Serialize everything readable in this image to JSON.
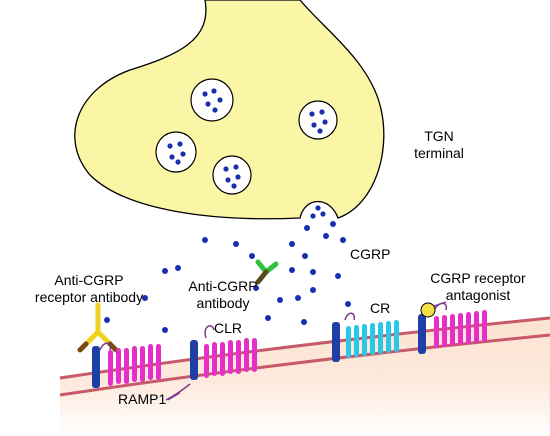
{
  "labels": {
    "terminal_line1": "TGN",
    "terminal_line2": "terminal",
    "cgrp": "CGRP",
    "anti_receptor_ab_line1": "Anti-CGRP",
    "anti_receptor_ab_line2": "receptor antibody",
    "anti_cgrp_ab_line1": "Anti-CGRP",
    "anti_cgrp_ab_line2": "antibody",
    "clr": "CLR",
    "ramp1": "RAMP1",
    "cr": "CR",
    "antagonist_line1": "CGRP receptor",
    "antagonist_line2": "antagonist"
  },
  "colors": {
    "terminal_fill": "#fbf6a6",
    "cgrp_dot": "#1a2fb0",
    "ramp1": "#1d3fa6",
    "clr": "#e62ec8",
    "cr": "#28c8e6",
    "anti_receptor_antibody": "#f0d21e",
    "anti_cgrp_antibody_arms": "#2fc23a",
    "anti_cgrp_antibody_stem": "#5a4a20",
    "membrane_edge": "#c65a6a",
    "antagonist": "#f2e04a"
  },
  "icons": [
    "vesicle-icon",
    "receptor-icon",
    "antibody-icon",
    "antagonist-icon"
  ]
}
